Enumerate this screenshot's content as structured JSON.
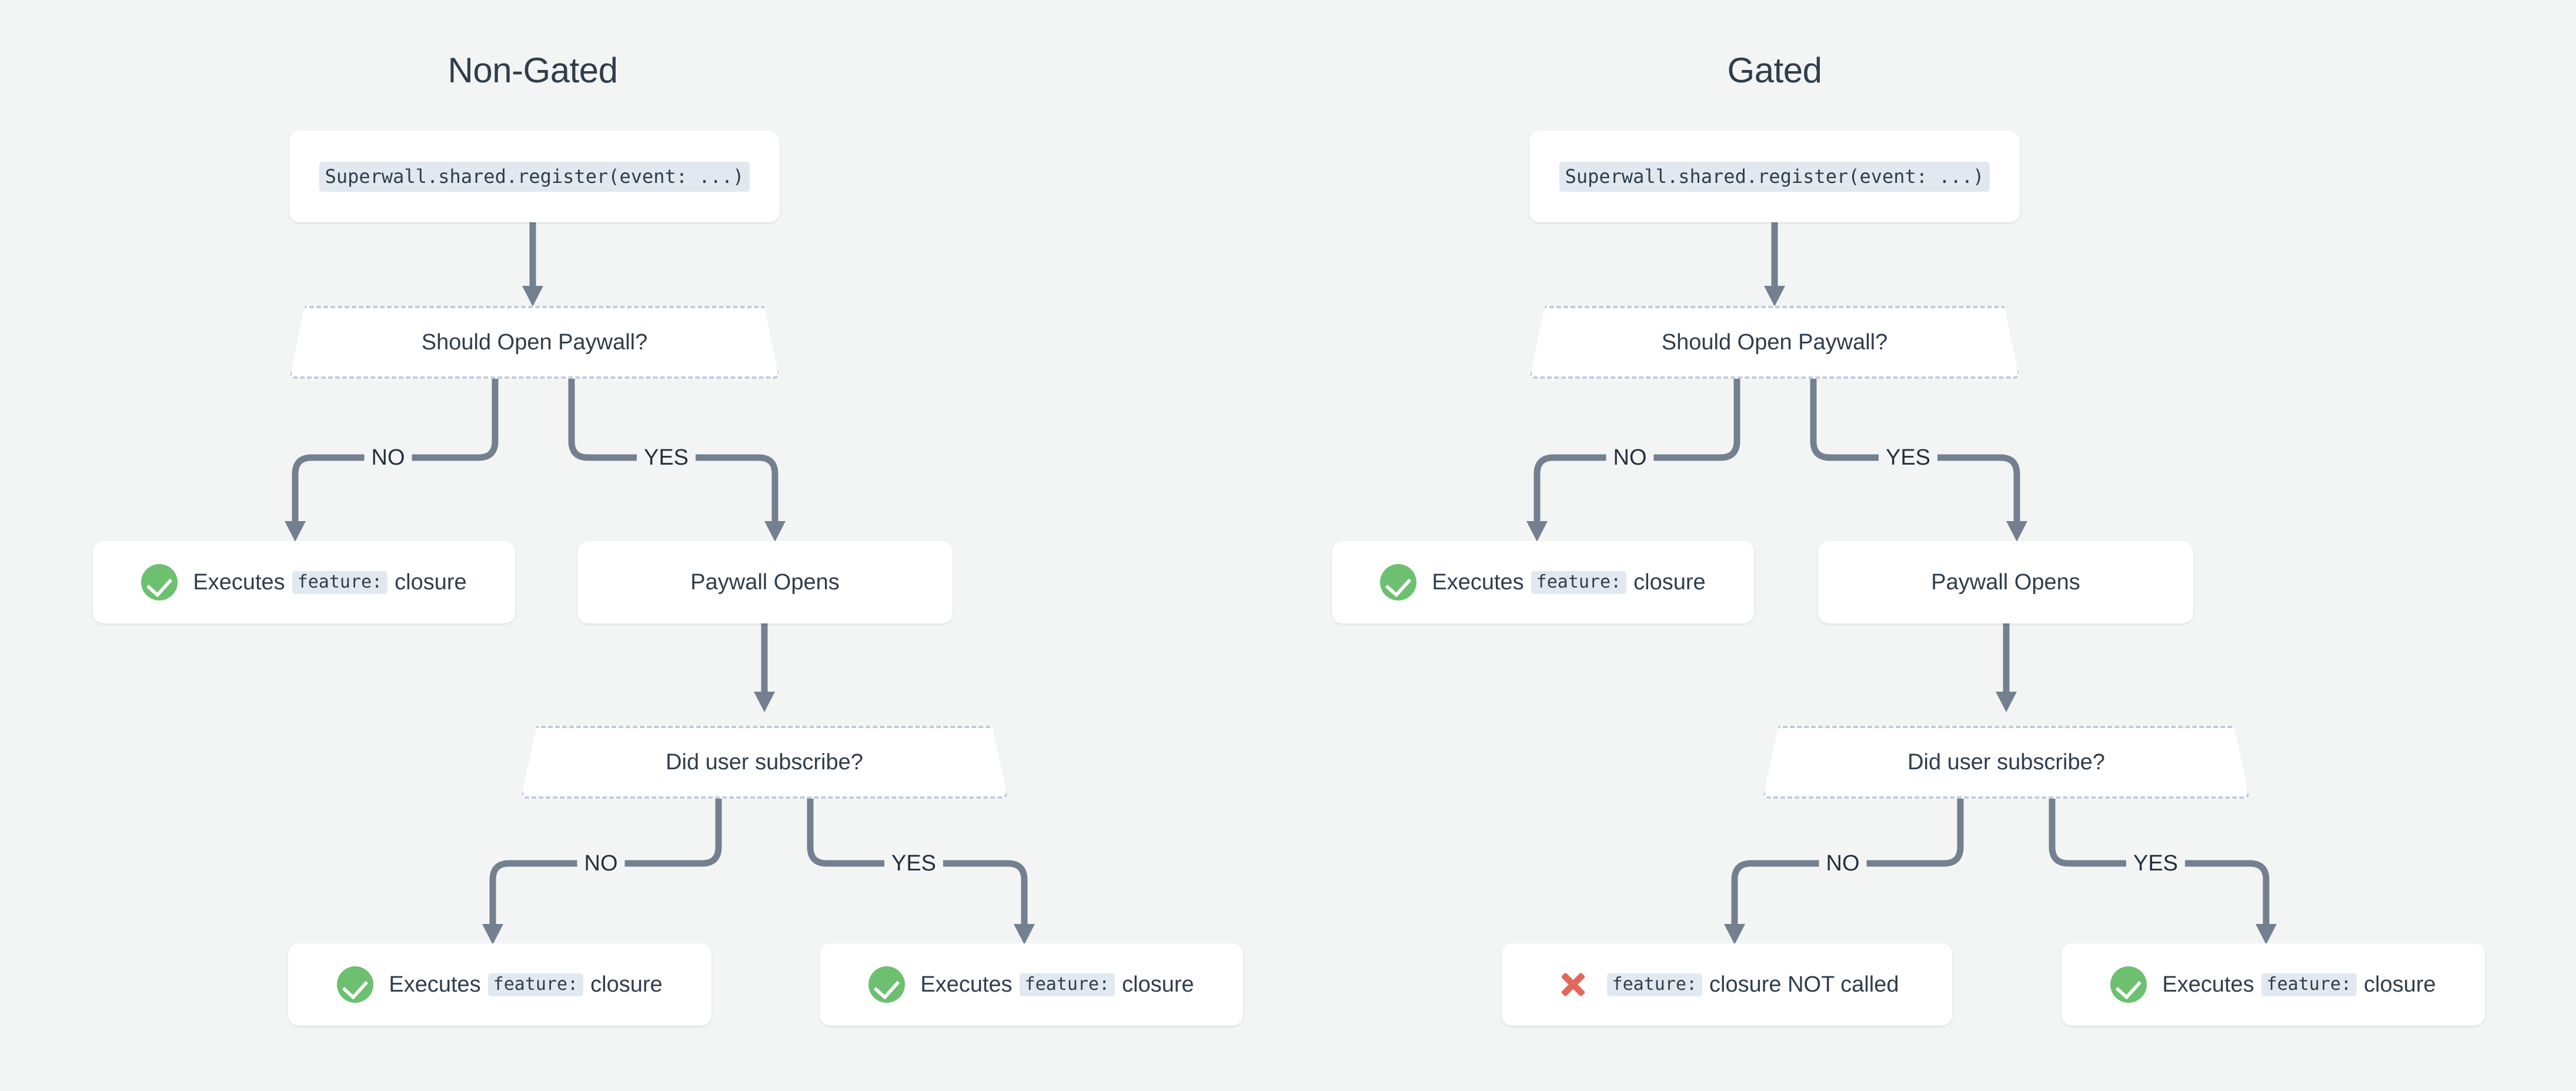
{
  "background": "#f3f5f4",
  "accents": {
    "text": "#2f3d4c",
    "connector": "#73808f",
    "decision_border": "#c2cddc",
    "code_chip_bg": "#e2e8ef",
    "success_green": "#6cc070",
    "failure_red": "#e2685c",
    "card_bg": "#ffffff"
  },
  "columns": [
    {
      "title": "Non-Gated",
      "nodes": {
        "entry": {
          "code": "Superwall.shared.register(event: ...)"
        },
        "decision1": {
          "label": "Should Open Paywall?"
        },
        "branch1_no": "NO",
        "branch1_yes": "YES",
        "no_result": {
          "icon": "check-circle-icon",
          "prefix": "Executes",
          "code": "feature:",
          "suffix": "closure"
        },
        "paywall": {
          "label": "Paywall Opens"
        },
        "decision2": {
          "label": "Did user subscribe?"
        },
        "branch2_no": "NO",
        "branch2_yes": "YES",
        "sub_no_result": {
          "icon": "check-circle-icon",
          "prefix": "Executes",
          "code": "feature:",
          "suffix": "closure"
        },
        "sub_yes_result": {
          "icon": "check-circle-icon",
          "prefix": "Executes",
          "code": "feature:",
          "suffix": "closure"
        }
      }
    },
    {
      "title": "Gated",
      "nodes": {
        "entry": {
          "code": "Superwall.shared.register(event: ...)"
        },
        "decision1": {
          "label": "Should Open Paywall?"
        },
        "branch1_no": "NO",
        "branch1_yes": "YES",
        "no_result": {
          "icon": "check-circle-icon",
          "prefix": "Executes",
          "code": "feature:",
          "suffix": "closure"
        },
        "paywall": {
          "label": "Paywall Opens"
        },
        "decision2": {
          "label": "Did user subscribe?"
        },
        "branch2_no": "NO",
        "branch2_yes": "YES",
        "sub_no_result": {
          "icon": "x-mark-icon",
          "prefix": "",
          "code": "feature:",
          "suffix": "closure NOT called"
        },
        "sub_yes_result": {
          "icon": "check-circle-icon",
          "prefix": "Executes",
          "code": "feature:",
          "suffix": "closure"
        }
      }
    }
  ]
}
